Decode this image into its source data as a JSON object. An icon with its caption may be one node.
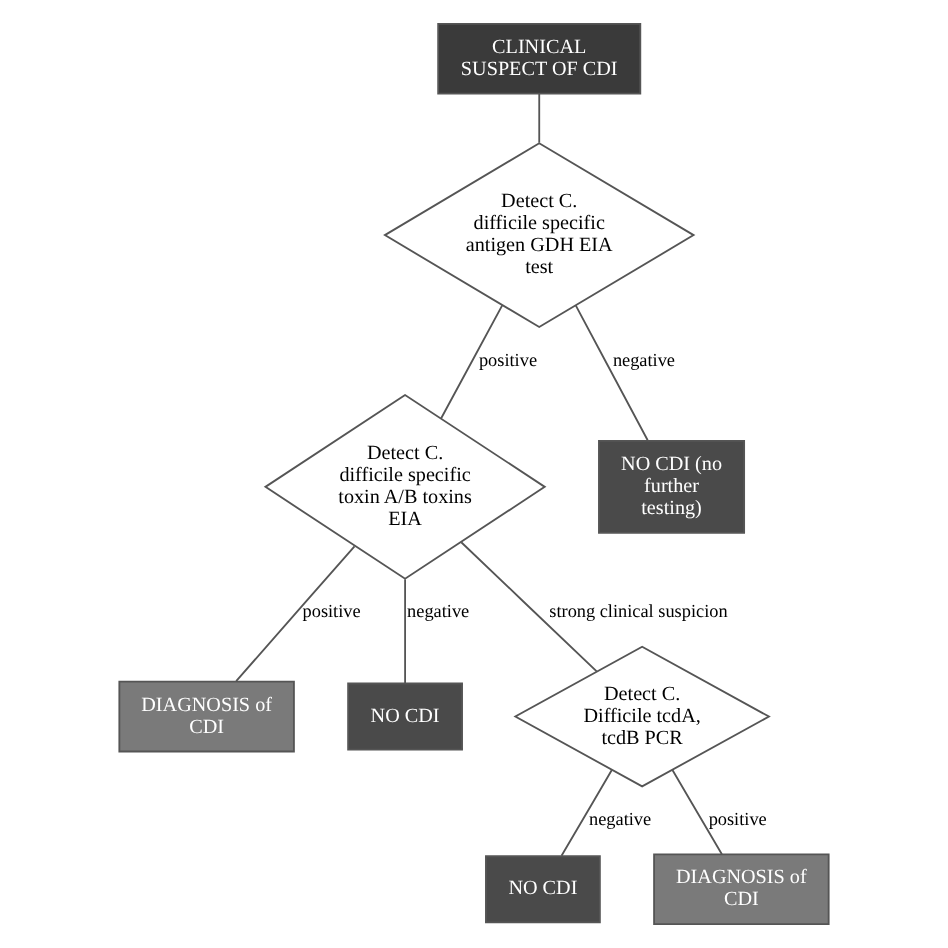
{
  "diagram": {
    "nodes": [
      {
        "text": [
          "CLINICAL SUSPECT OF CDI"
        ]
      },
      {
        "text": [
          "Detect C. difficile specific antigen GDH EIA test"
        ]
      },
      {
        "text": [
          "Detect C. difficile specific toxin A/B toxins EIA"
        ]
      },
      {
        "text": [
          "NO CDI (no further testing)"
        ]
      },
      {
        "text": [
          "DIAGNOSIS of CDI"
        ]
      },
      {
        "text": [
          "NO CDI"
        ]
      },
      {
        "text": [
          "Detect C. Difficile tcdA, tcdB PCR"
        ]
      },
      {
        "text": [
          "NO CDI"
        ]
      },
      {
        "text": [
          "DIAGNOSIS of CDI"
        ]
      }
    ],
    "edges": [
      {
        "from": 0,
        "to": 1,
        "arrow": "none"
      },
      {
        "from": 1,
        "to": 2,
        "arrow": "none",
        "label": "positive"
      },
      {
        "from": 1,
        "to": 3,
        "arrow": "none",
        "label": "negative"
      },
      {
        "from": 2,
        "to": 4,
        "arrow": "none",
        "label": "positive"
      },
      {
        "from": 2,
        "to": 5,
        "arrow": "none",
        "label": "negative"
      },
      {
        "from": 2,
        "to": 6,
        "arrow": "none",
        "label": "strong clinical suspicion"
      },
      {
        "from": 6,
        "to": 7,
        "arrow": "none",
        "label": "negative"
      },
      {
        "from": 6,
        "to": 8,
        "arrow": "none",
        "label": "positive"
      }
    ]
  }
}
